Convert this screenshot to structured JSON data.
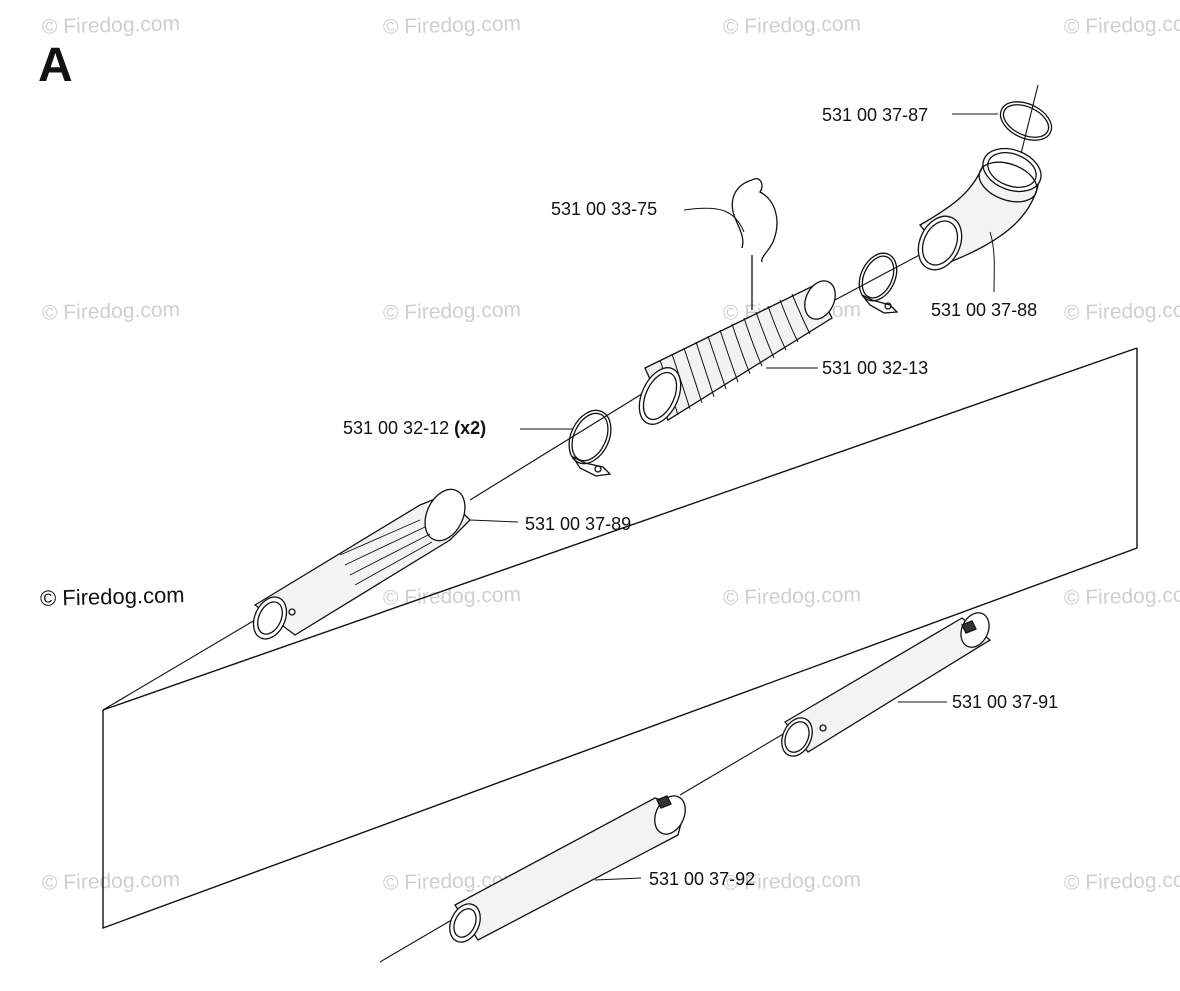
{
  "diagram": {
    "section_letter": "A",
    "copyright_notice": "© Firedog.com",
    "watermark_text": "© Firedog.com",
    "parts": {
      "o_ring": {
        "number": "531 00 37-87"
      },
      "elbow": {
        "number": "531 00 37-88"
      },
      "wire": {
        "number": "531 00 33-75"
      },
      "bellows": {
        "number": "531 00 32-13"
      },
      "clamp": {
        "number": "531 00 32-12",
        "qty": "(x2)"
      },
      "grip_tube": {
        "number": "531 00 37-89"
      },
      "extension_tube": {
        "number": "531 00 37-91"
      },
      "nozzle_tube": {
        "number": "531 00 37-92"
      }
    }
  }
}
